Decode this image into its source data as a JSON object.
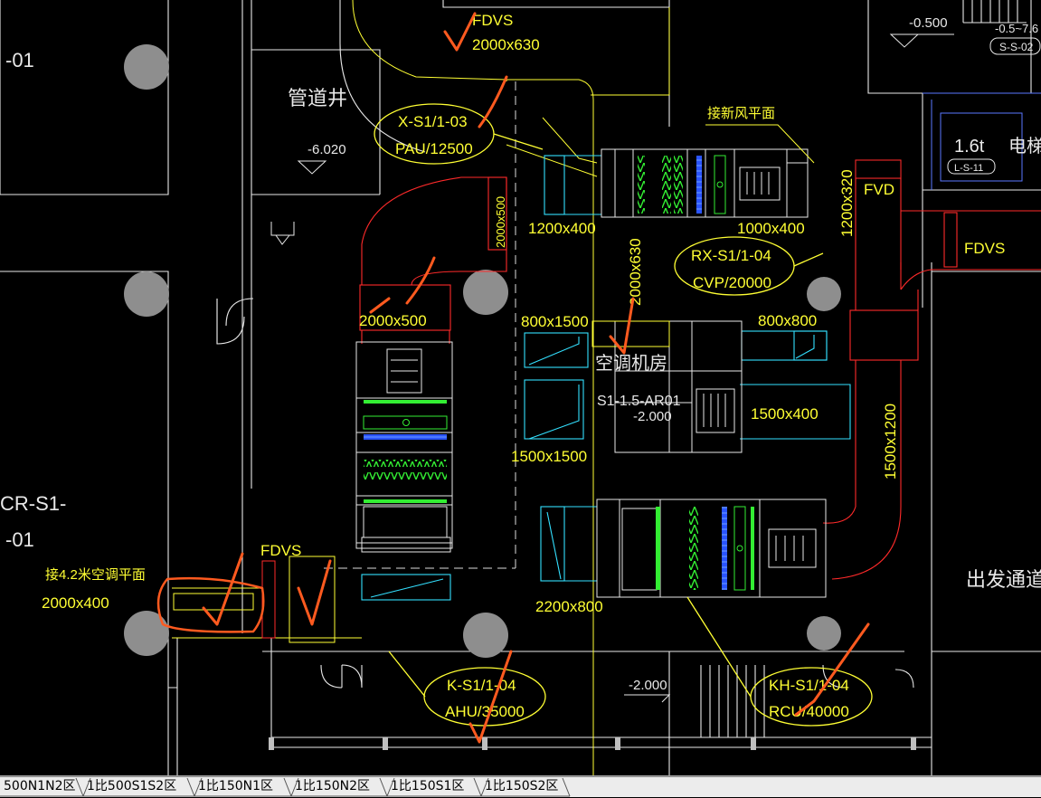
{
  "drawing": {
    "room_labels": {
      "pipe_shaft": "管道井",
      "exit_corridor": "出发通道",
      "machine_room": "空调机房"
    },
    "elevations": {
      "top_right": "-0.500",
      "shaft": "-6.020",
      "room": "-2.000",
      "bottom": "-2.000"
    },
    "stair_note": "-0.5~7.6",
    "tags": {
      "s_s_02": "S-S-02",
      "l_s_11": "L-S-11",
      "l_s_11_label": "1.6t",
      "elevator": "电梯",
      "room_code": "S1-1.5-AR01"
    },
    "left_partial": {
      "top": "-01",
      "mid": "CR-S1-",
      "bottom": "-01"
    },
    "notes": {
      "to_fresh_air": "接新风平面",
      "to_ac_plan": "接4.2米空调平面"
    },
    "dampers": {
      "fdvs_top": "FDVS",
      "fdvs_right": "FDVS",
      "fdvs_left": "FDVS",
      "fvd": "FVD"
    },
    "ducts": {
      "d_2000x630_top": "2000x630",
      "d_2000x500_v": "2000x500",
      "d_2000x500": "2000x500",
      "d_1200x400": "1200x400",
      "d_1000x400": "1000x400",
      "d_1200x320": "1200x320",
      "d_2000x630_v": "2000x630",
      "d_800x1500": "800x1500",
      "d_800x800": "800x800",
      "d_1500x400": "1500x400",
      "d_1500x1200": "1500x1200",
      "d_1500x1500": "1500x1500",
      "d_2200x800": "2200x800",
      "d_2000x400": "2000x400"
    },
    "equipment": [
      {
        "id": "X-S1/1-03",
        "model": "PAU/12500"
      },
      {
        "id": "RX-S1/1-04",
        "model": "CVP/20000"
      },
      {
        "id": "K-S1/1-04",
        "model": "AHU/35000"
      },
      {
        "id": "KH-S1/1-04",
        "model": "RCU/40000"
      }
    ]
  },
  "colors": {
    "duct_red": "#ff2a2a",
    "tag_yellow": "#ffff33",
    "cyan": "#33e0ff",
    "wall_white": "#ffffff",
    "column_gray": "#8e8e8e",
    "annotation_orange": "#ff5a1f"
  },
  "tabs": [
    "500N1N2区",
    "1比500S1S2区",
    "1比150N1区",
    "1比150N2区",
    "1比150S1区",
    "1比150S2区"
  ]
}
